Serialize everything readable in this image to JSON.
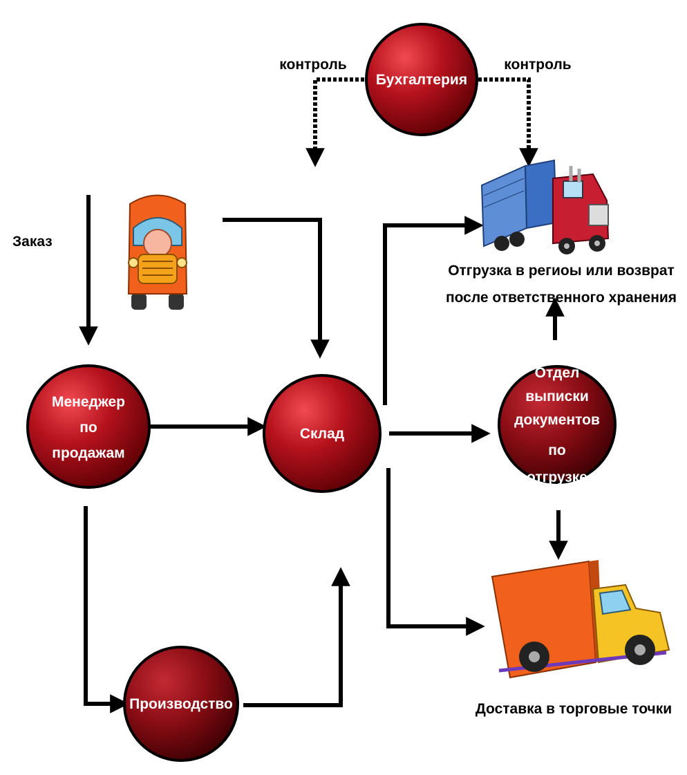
{
  "nodes": {
    "accounting": "Бухгалтерия",
    "sales_manager": [
      "Менеджер",
      "по",
      "продажам"
    ],
    "warehouse": "Склад",
    "production": "Производство",
    "shipping_docs": [
      "Отдел",
      "выписки",
      "документов",
      "по",
      "отгрузке"
    ]
  },
  "labels": {
    "control_left": "контроль",
    "control_right": "контроль",
    "order": "Заказ",
    "regions": [
      "Отгрузка в региоы или возврат",
      "после ответственного хранения"
    ],
    "delivery": "Доставка в торговые точки"
  },
  "colors": {
    "node_fill": "#a3101a",
    "node_highlight": "#e8404a",
    "node_outline": "#000000",
    "arrow": "#000000"
  },
  "icons": [
    "orange-truck-front-icon",
    "semi-truck-icon",
    "delivery-van-icon"
  ]
}
